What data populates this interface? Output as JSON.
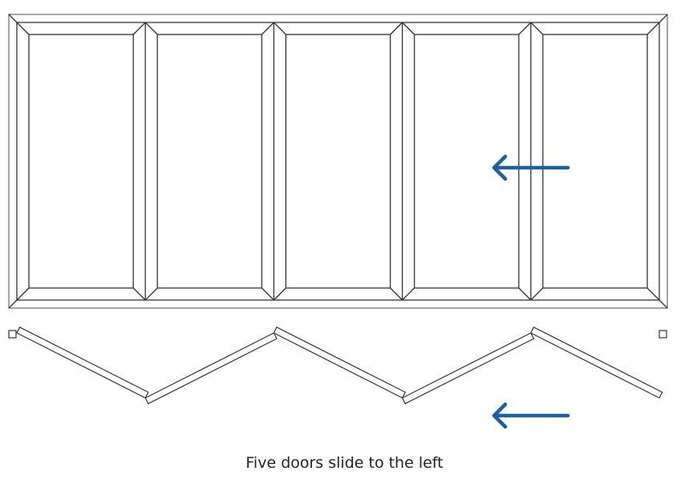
{
  "caption": "Five doors slide to the left",
  "diagram": {
    "panel_count": 5,
    "slide_direction": "left",
    "colors": {
      "line": "#333333",
      "arrow": "#1f5f9e",
      "frame_outer": "#777777"
    },
    "icons": [
      "arrow-left-icon",
      "arrow-left-icon"
    ]
  }
}
